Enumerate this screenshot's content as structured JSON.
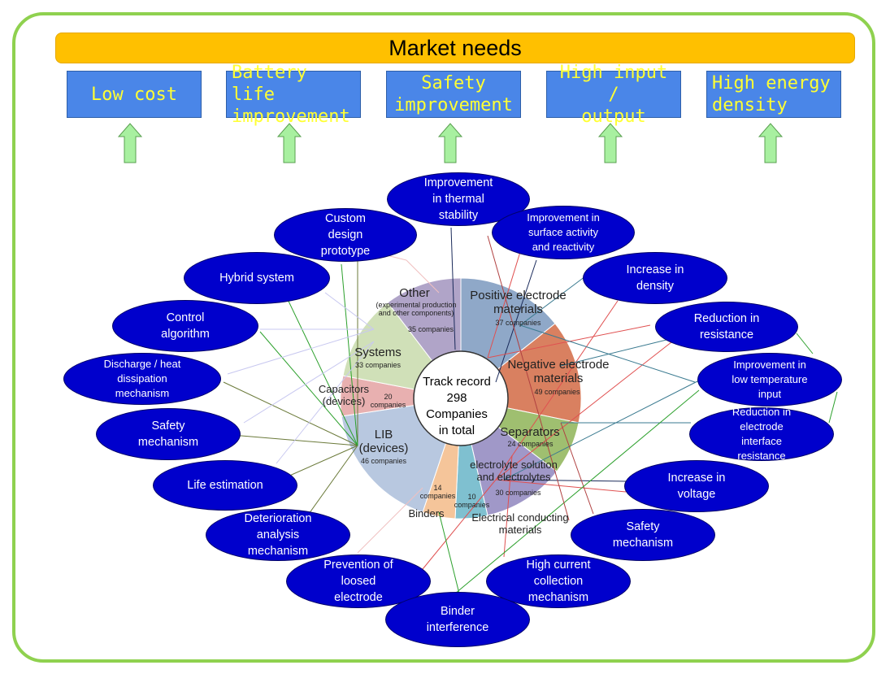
{
  "header": {
    "title": "Market needs"
  },
  "needs": [
    "Low cost",
    "Battery life\nimprovement",
    "Safety\nimprovement",
    "High input /\noutput",
    "High energy\ndensity"
  ],
  "colors": {
    "frame": "#8fd14f",
    "header": "#ffc000",
    "need_box": "#4a86e8",
    "need_text": "#ffff33",
    "arrow": "#a8f0a0",
    "oval": "#0000cc"
  },
  "pie": {
    "center": "Track record\n298\nCompanies\nin total",
    "slices": [
      {
        "name": "Positive electrode\nmaterials",
        "count": "37 companies",
        "color": "#8fa8c8"
      },
      {
        "name": "Negative electrode\nmaterials",
        "count": "49 companies",
        "color": "#d98060"
      },
      {
        "name": "Separators",
        "count": "24 companies",
        "color": "#9fbf70"
      },
      {
        "name": "electrolyte solution\nand electrolytes",
        "count": "30 companies",
        "color": "#a098c8"
      },
      {
        "name": "Electrical conducting\nmaterials",
        "count": "10\ncompanies",
        "color": "#7fc0d0"
      },
      {
        "name": "Binders",
        "count": "14\ncompanies",
        "color": "#f5c59a"
      },
      {
        "name": "LIB\n(devices)",
        "count": "46 companies",
        "color": "#b8c8e0"
      },
      {
        "name": "Capacitors\n(devices)",
        "count": "20\ncompanies",
        "color": "#e8b0b0"
      },
      {
        "name": "Systems",
        "count": "33 companies",
        "color": "#d0e0b8"
      },
      {
        "name": "Other",
        "sub": "(experimental production\nand other components)",
        "count": "35 companies",
        "color": "#b0a4c8"
      }
    ]
  },
  "ovals": [
    "Improvement\nin thermal\nstability",
    "Custom\ndesign\nprototype",
    "Improvement in\nsurface activity\nand reactivity",
    "Hybrid system",
    "Increase in\ndensity",
    "Control\nalgorithm",
    "Reduction in\nresistance",
    "Discharge / heat\ndissipation\nmechanism",
    "Improvement in\nlow temperature\ninput",
    "Safety\nmechanism",
    "Reduction in\nelectrode\ninterface\nresistance",
    "Life estimation",
    "Increase in\nvoltage",
    "Deterioration\nanalysis\nmechanism",
    "Safety\nmechanism",
    "Prevention of\nloosed\nelectrode",
    "High current\ncollection\nmechanism",
    "Binder\ninterference"
  ]
}
